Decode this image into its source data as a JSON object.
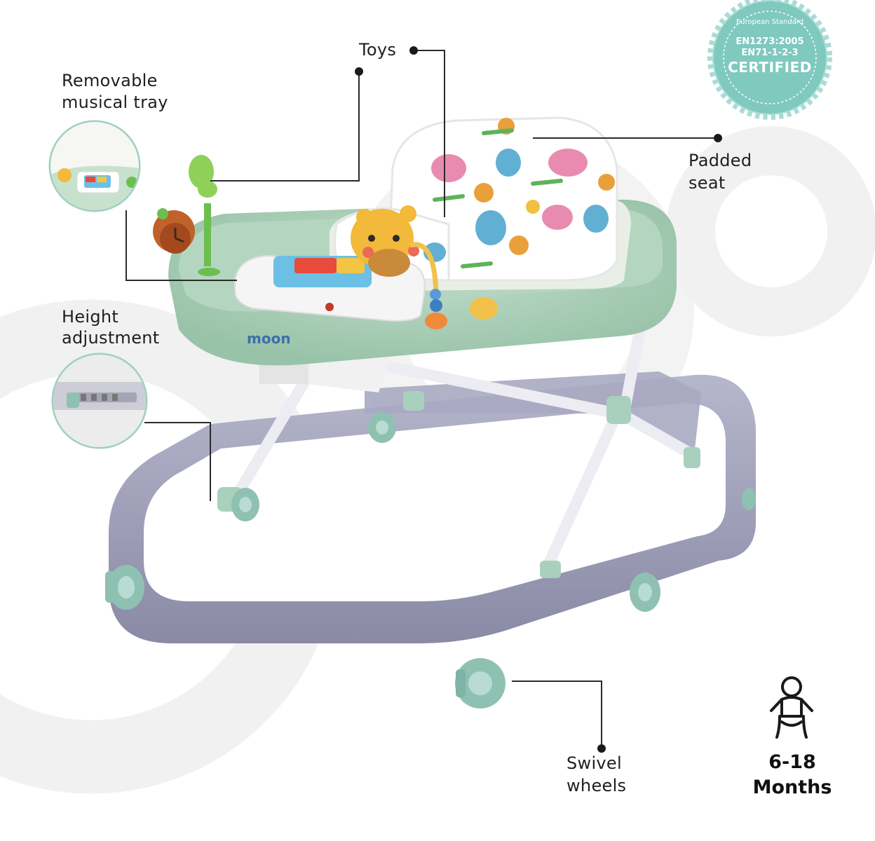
{
  "callouts": {
    "toys": "Toys",
    "tray_line1": "Removable",
    "tray_line2": "musical tray",
    "height_line1": "Height",
    "height_line2": "adjustment",
    "seat_line1": "Padded",
    "seat_line2": "seat",
    "wheels_line1": "Swivel",
    "wheels_line2": "wheels"
  },
  "badge": {
    "arc_text": "European Standard",
    "line1": "EN1273:2005",
    "line2": "EN71-1-2-3",
    "line3": "CERTIFIED"
  },
  "age": {
    "line1": "6-18",
    "line2": "Months"
  },
  "brand": {
    "logo_text": "moon"
  },
  "colors": {
    "tray_green": "#a9cdb7",
    "frame_lavender": "#9c9cb6",
    "badge_teal": "#7fc9bf",
    "bg_ring": "#f0f0f0"
  }
}
